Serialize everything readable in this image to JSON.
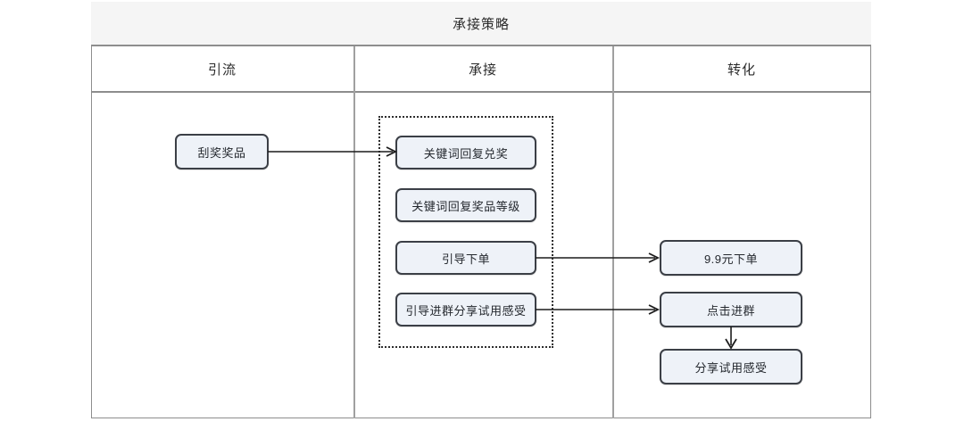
{
  "diagram": {
    "title": "承接策略",
    "columns": [
      {
        "label": "引流"
      },
      {
        "label": "承接"
      },
      {
        "label": "转化"
      }
    ],
    "nodes": {
      "traffic": [
        {
          "id": "scratch-prize",
          "label": "刮奖奖品"
        }
      ],
      "handover": [
        {
          "id": "keyword-redeem",
          "label": "关键词回复兑奖"
        },
        {
          "id": "keyword-prize-level",
          "label": "关键词回复奖品等级"
        },
        {
          "id": "guide-order",
          "label": "引导下单"
        },
        {
          "id": "guide-group-share",
          "label": "引导进群分享试用感受"
        }
      ],
      "conversion": [
        {
          "id": "order-9-9",
          "label": "9.9元下单"
        },
        {
          "id": "click-join-group",
          "label": "点击进群"
        },
        {
          "id": "share-trial-feedback",
          "label": "分享试用感受"
        }
      ]
    },
    "groups": [
      {
        "id": "handover-group",
        "style": "dotted"
      }
    ],
    "edges": [
      {
        "id": "edge-scratch-to-redeem",
        "from": "刮奖奖品",
        "to": "关键词回复兑奖",
        "direction": "right"
      },
      {
        "id": "edge-order-to-9-9",
        "from": "引导下单",
        "to": "9.9元下单",
        "direction": "right"
      },
      {
        "id": "edge-group-to-click",
        "from": "引导进群分享试用感受",
        "to": "点击进群",
        "direction": "right"
      },
      {
        "id": "edge-click-to-share",
        "from": "点击进群",
        "to": "分享试用感受",
        "direction": "down"
      }
    ],
    "colors": {
      "node_fill": "#eef2f8",
      "node_border": "#3b3f46",
      "header_fill": "#f5f5f5",
      "table_border": "#8d8d8d",
      "arrow": "#1c1c1c"
    }
  }
}
